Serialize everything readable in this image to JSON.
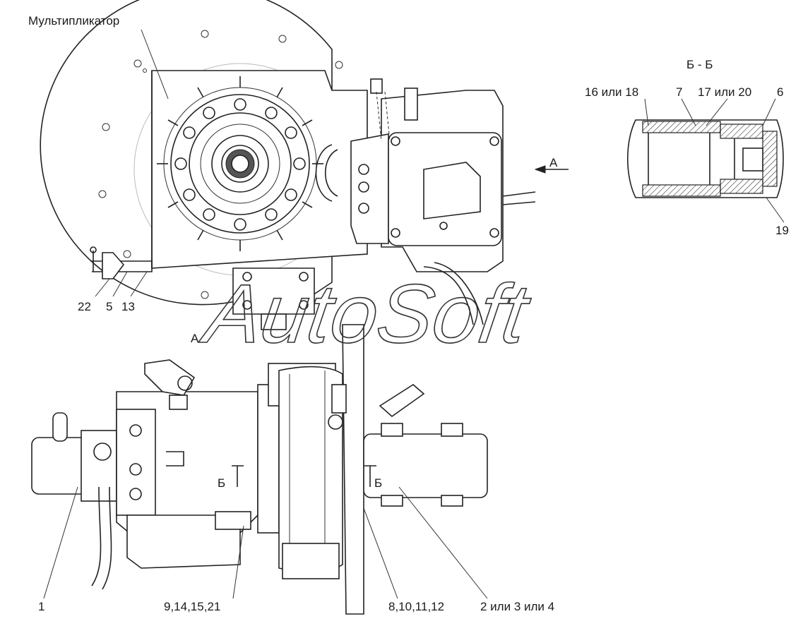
{
  "labels": {
    "multiplier": "Мультипликатор",
    "view_a_arrow": "A",
    "view_a_title": "A",
    "section_title": "Б - Б",
    "sec_16_18": "16 или 18",
    "sec_7": "7",
    "sec_17_20": "17 или 20",
    "sec_6": "6",
    "sec_19": "19",
    "top_22": "22",
    "top_5": "5",
    "top_13": "13",
    "cut_b_left": "Б",
    "cut_b_right": "Б",
    "bot_1": "1",
    "bot_9_14_15_21": "9,14,15,21",
    "bot_8_10_11_12": "8,10,11,12",
    "bot_2_3_4": "2 или 3 или 4"
  },
  "watermark": "AutoSoft"
}
